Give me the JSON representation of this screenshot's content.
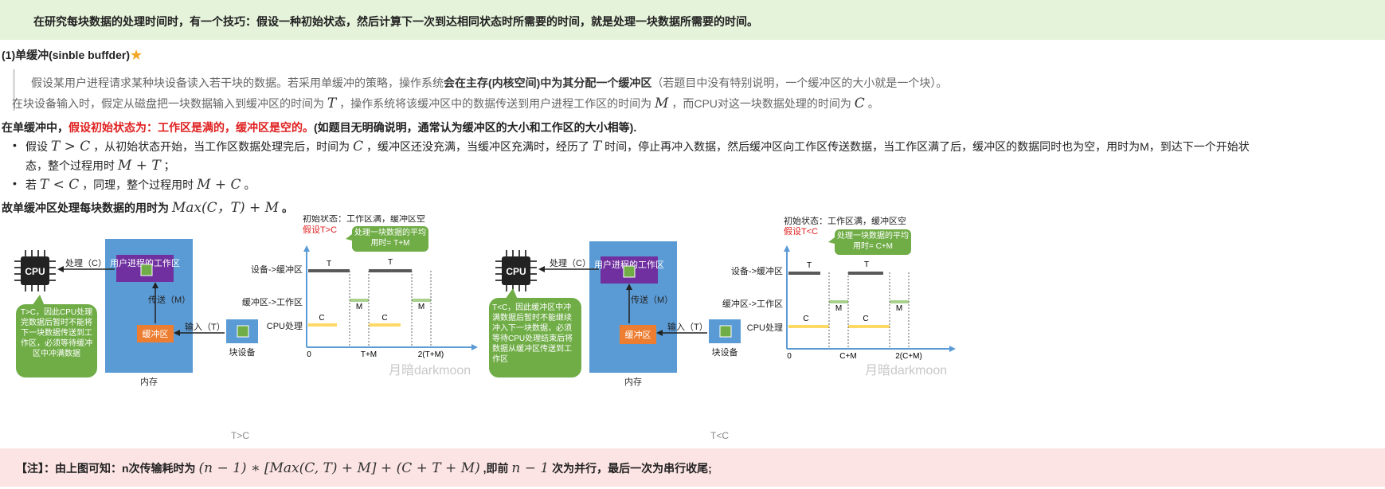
{
  "tip": "在研究每块数据的处理时间时，有一个技巧：假设一种初始状态，然后计算下一次到达相同状态时所需要的时间，就是处理一块数据所需要的时间。",
  "heading": "(1)单缓冲(sinble buffder)",
  "quote": {
    "line1_a": "假设某用户进程请求某种块设备读入若干块的数据。若采用单缓冲的策略，操作系统",
    "line1_b": "会在主存(内核空间)中为其分配一个缓冲区",
    "line1_c": "（若题目中没有特别说明，一个缓冲区的大小就是一个块）。",
    "line2_a": "在块设备输入时，假定从磁盘把一块数据输入到缓冲区的时间为",
    "line2_T": "T",
    "line2_b": "，操作系统将该缓冲区中的数据传送到用户进程工作区的时间为",
    "line2_M": "M",
    "line2_c": "，而CPU对这一块数据处理的时间为",
    "line2_C": "C",
    "line2_d": "。"
  },
  "assume": {
    "a": "在单缓冲中，",
    "b": "假设初始状态为：工作区是满的，缓冲区是空的。",
    "c": "(如题目无明确说明，通常认为缓冲区的大小和工作区的大小相等)."
  },
  "bullet1": {
    "a": "假设",
    "m1": "T > C",
    "b": "，从初始状态开始，当工作区数据处理完后，时间为",
    "m2": "C",
    "c": "，缓冲区还没充满，当缓冲区充满时，经历了",
    "m3": "T",
    "d": "时间，停止再冲入数据，然后缓冲区向工作区传送数据，当工作区满了后，缓冲区的数据同时也为空，用时为M，到达下一个开始状",
    "e": "态，整个过程用时",
    "m4": "M + T",
    "f": "；"
  },
  "bullet2": {
    "a": "若",
    "m1": "T < C",
    "b": "，同理，整个过程用时",
    "m2": "M + C",
    "c": "。"
  },
  "conclusion": {
    "a": "故单缓冲区处理每块数据的用时为",
    "m": "Max(C，T) + M",
    "b": "。"
  },
  "figure_left": {
    "cpu": "CPU",
    "process_label": "处理（C）",
    "user_proc": "用户进程的工作区",
    "transfer": "传送（M）",
    "buffer": "缓冲区",
    "input": "输入（T）",
    "block_dev": "块设备",
    "memory": "内存",
    "bubble": "T>C，因此CPU处理完数据后暂时不能将下一块数据传送到工作区，必须等待缓冲区中冲满数据",
    "init": "初始状态：工作区满，缓冲区空",
    "assume": "假设T>C",
    "callout": "处理一块数据的平均用时= T+M",
    "row1": "设备->缓冲区",
    "row2": "缓冲区->工作区",
    "row3": "CPU处理",
    "t0": "0",
    "t1": "T+M",
    "t2": "2(T+M)",
    "watermark": "月暗darkmoon",
    "caption": "T>C"
  },
  "figure_right": {
    "cpu": "CPU",
    "process_label": "处理（C）",
    "user_proc": "用户进程的工作区",
    "transfer": "传送（M）",
    "buffer": "缓冲区",
    "input": "输入（T）",
    "block_dev": "块设备",
    "memory": "内存",
    "bubble": "T<C，因此缓冲区中冲满数据后暂时不能继续冲入下一块数据，必须等待CPU处理结束后将数据从缓冲区传送到工作区",
    "init": "初始状态：工作区满，缓冲区空",
    "assume": "假设T<C",
    "callout": "处理一块数据的平均用时= C+M",
    "row1": "设备->缓冲区",
    "row2": "缓冲区->工作区",
    "row3": "CPU处理",
    "t0": "0",
    "t1": "C+M",
    "t2": "2(C+M)",
    "watermark": "月暗darkmoon",
    "caption": "T<C"
  },
  "note": {
    "a": "【注】：由上图可知：n次传输耗时为",
    "m1": "(n − 1) ∗ [Max(C, T) + M] + (C + T + M)",
    "b": ",即前",
    "m2": "n − 1",
    "c": "次为并行，最后一次为串行收尾;"
  },
  "colors": {
    "tip_bg": "#e6f3db",
    "note_bg": "#fde4e4",
    "memory_blue": "#5b9bd5",
    "purple": "#7030a0",
    "orange": "#ed7d31",
    "green": "#70ad47",
    "red": "#e02020"
  }
}
